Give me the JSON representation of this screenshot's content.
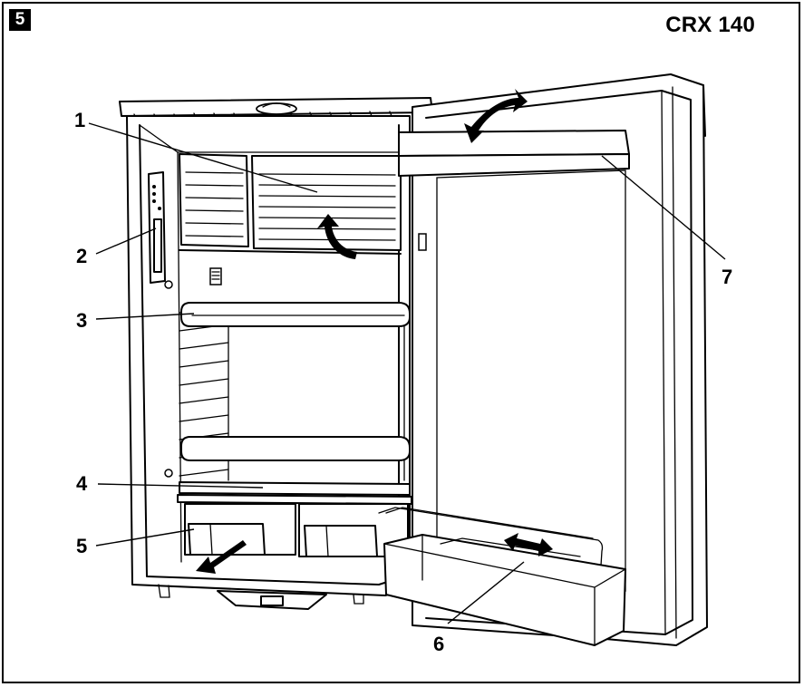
{
  "figure": {
    "number": "5",
    "model": "CRX 140"
  },
  "callouts": [
    {
      "id": "1",
      "label": "1"
    },
    {
      "id": "2",
      "label": "2"
    },
    {
      "id": "3",
      "label": "3"
    },
    {
      "id": "4",
      "label": "4"
    },
    {
      "id": "5",
      "label": "5"
    },
    {
      "id": "6",
      "label": "6"
    },
    {
      "id": "7",
      "label": "7"
    }
  ]
}
